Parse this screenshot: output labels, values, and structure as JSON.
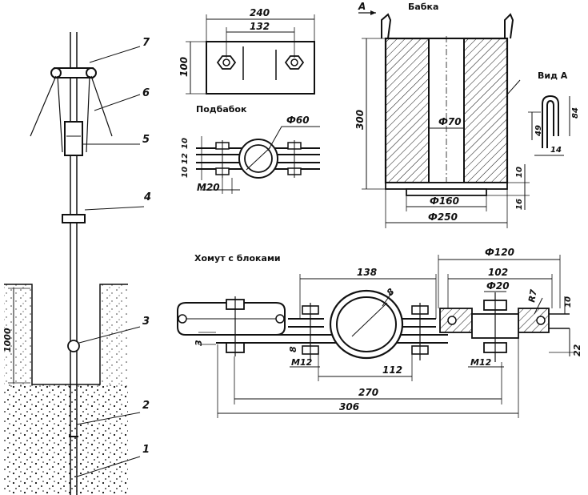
{
  "callouts": {
    "c1": "1",
    "c2": "2",
    "c3": "3",
    "c4": "4",
    "c5": "5",
    "c6": "6",
    "c7": "7"
  },
  "mast": {
    "depth": "1000"
  },
  "plate": {
    "width": "240",
    "bolt_spacing": "132",
    "height": "100"
  },
  "podbabok": {
    "title": "Подбабок",
    "pipe_dia": "Ф60",
    "dim_a": "10",
    "dim_b": "12",
    "dim_c": "10",
    "bolt": "M20"
  },
  "babka": {
    "title": "Бабка",
    "view_letter": "А",
    "height": "300",
    "bore": "Ф70",
    "base_dia": "Ф160",
    "outer_dia": "Ф250",
    "step1": "10",
    "step2": "16"
  },
  "view_a": {
    "title": "Вид А",
    "h1": "49",
    "h2": "84",
    "w": "14"
  },
  "clamp": {
    "title": "Хомут с блоками",
    "d_block": "Ф120",
    "d102": "102",
    "d20": "Ф20",
    "r": "R7",
    "d10": "10",
    "d22": "22",
    "d138": "138",
    "d8": "8",
    "d3": "3",
    "d8b": "8",
    "m12a": "M12",
    "d112": "112",
    "m12b": "M12",
    "d270": "270",
    "d306": "306"
  }
}
